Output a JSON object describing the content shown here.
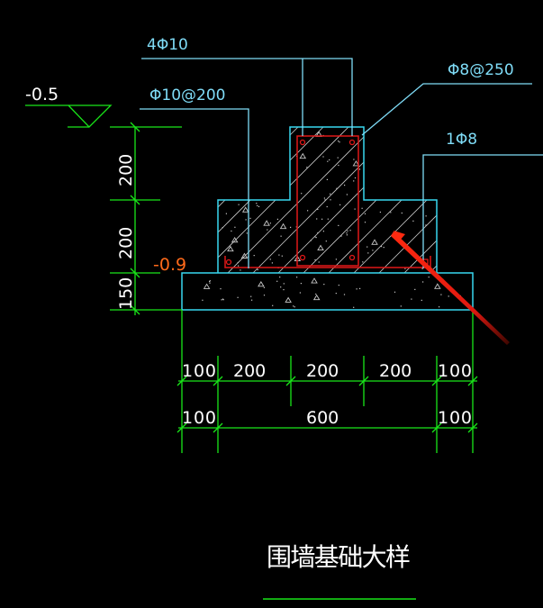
{
  "drawing": {
    "title": "围墙基础大样",
    "colors": {
      "background": "#000000",
      "outline": "#38d8f0",
      "leader": "#7fdcf7",
      "rebar": "#e01818",
      "dimension": "#19e619",
      "hatch": "#c8c8c8",
      "elevation_ground": "#ffffff",
      "elevation_base": "#ff6a1a",
      "annotation_arrow": "#ff2a10"
    },
    "rebar_labels": {
      "top_longitudinal": "4Φ10",
      "transverse": "Φ10@200",
      "stirrup": "Φ8@250",
      "bottom_bar": "1Φ8"
    },
    "elevations": {
      "ground": "-0.5",
      "foundation_top": "-0.9"
    },
    "vertical_dims": [
      "200",
      "200",
      "150"
    ],
    "horizontal_dims_row1": [
      "100",
      "200",
      "200",
      "200",
      "100"
    ],
    "horizontal_dims_row2": [
      "100",
      "600",
      "100"
    ]
  }
}
